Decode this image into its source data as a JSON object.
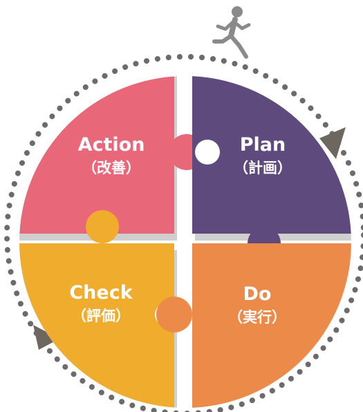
{
  "quadrants": {
    "action": {
      "title": "Action",
      "subtitle": "（改善）",
      "color": "#e8687a"
    },
    "plan": {
      "title": "Plan",
      "subtitle": "（計画）",
      "color": "#5e4a7d"
    },
    "check": {
      "title": "Check",
      "subtitle": "（評価）",
      "color": "#f0ac2c"
    },
    "do": {
      "title": "Do",
      "subtitle": "（実行）",
      "color": "#ec8a4a"
    }
  },
  "colors": {
    "cycle_dots": "#6b6b6b",
    "arrows": "#6e6760",
    "runner": "#8a8a8a",
    "shadow": "#cfcfcf"
  },
  "icons": {
    "runner": "running-person-icon"
  }
}
